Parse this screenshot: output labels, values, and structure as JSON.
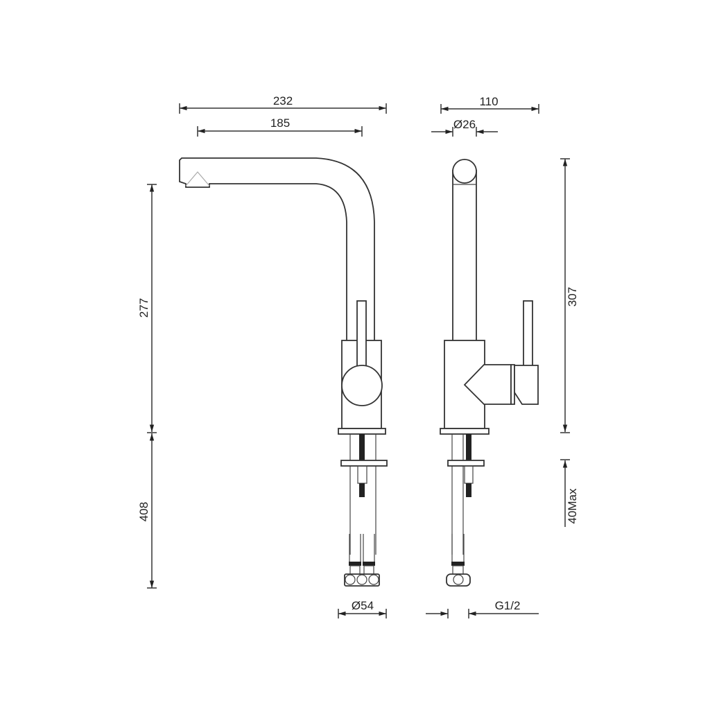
{
  "drawing": {
    "title": "Kitchen faucet technical drawing",
    "units": "mm",
    "colors": {
      "line": "#333333",
      "background": "#ffffff",
      "text": "#222222"
    }
  },
  "dimensions": {
    "front_view": {
      "overall_width": "232",
      "spout_reach": "185",
      "spout_height": "277",
      "hose_length": "408",
      "base_diameter": "Ø54"
    },
    "side_view": {
      "overall_depth": "110",
      "spout_diameter": "Ø26",
      "overall_height": "307",
      "max_deck_thickness": "40Max",
      "connection_thread": "G1/2"
    }
  }
}
